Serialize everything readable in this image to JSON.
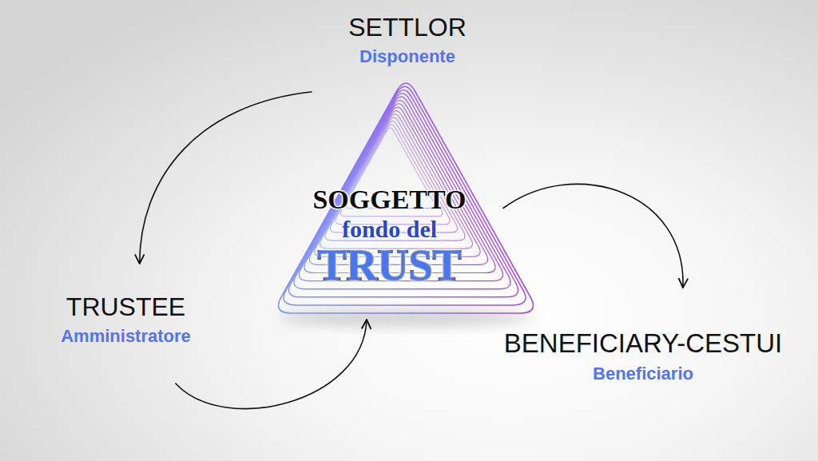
{
  "diagram": {
    "nodes": [
      {
        "text": [
          "SETTLOR",
          "Disponente"
        ]
      },
      {
        "text": [
          "SOGGETTO",
          "fondo del",
          "TRUST"
        ]
      },
      {
        "text": [
          "TRUSTEE",
          "Amministratore"
        ]
      },
      {
        "text": [
          "BENEFICIARY-CESTUI",
          "Beneficiario"
        ]
      }
    ],
    "edges": [
      {
        "from": 0,
        "to": 2,
        "arrow": "to"
      },
      {
        "from": 2,
        "to": 1,
        "arrow": "to"
      },
      {
        "from": 1,
        "to": 3,
        "arrow": "to"
      }
    ]
  }
}
